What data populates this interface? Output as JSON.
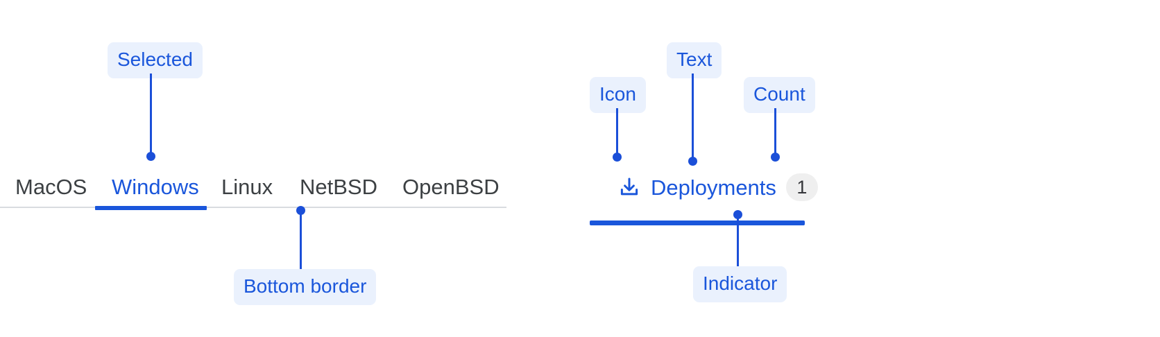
{
  "left_example": {
    "tabs": [
      {
        "label": "MacOS",
        "selected": false
      },
      {
        "label": "Windows",
        "selected": true
      },
      {
        "label": "Linux",
        "selected": false
      },
      {
        "label": "NetBSD",
        "selected": false
      },
      {
        "label": "OpenBSD",
        "selected": false
      }
    ],
    "annotations": {
      "selected": "Selected",
      "bottom_border": "Bottom border"
    }
  },
  "right_example": {
    "tab": {
      "icon": "download-icon",
      "label": "Deployments",
      "count": "1"
    },
    "annotations": {
      "icon": "Icon",
      "text": "Text",
      "count": "Count",
      "indicator": "Indicator"
    }
  },
  "colors": {
    "accent": "#1a56db",
    "leader": "#1b4fd8",
    "callout_bg": "#eaf1fd",
    "tab_text": "#3c4043",
    "divider": "#d9dce0",
    "badge_bg": "#efefef",
    "badge_text": "#35363a"
  }
}
